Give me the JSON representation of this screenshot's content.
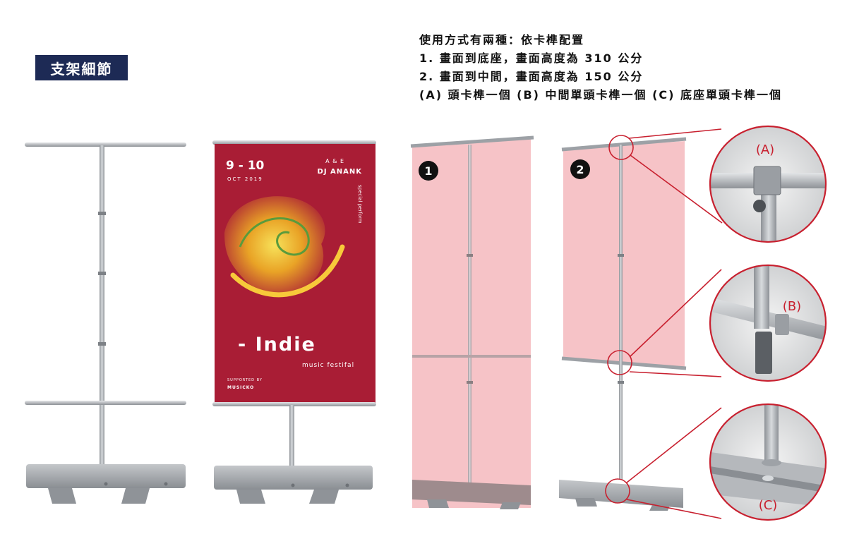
{
  "section_tag": "支架細節",
  "usage": {
    "heading": "使用方式有兩種：依卡榫配置",
    "line1": "1. 畫面到底座，畫面高度為 310 公分",
    "line2": "2. 畫面到中間，畫面高度為 150 公分",
    "line3": "(A) 頭卡榫一個 (B) 中間單頭卡榫一個 (C) 底座單頭卡榫一個"
  },
  "poster": {
    "date": "9 - 10",
    "month": "OCT 2019",
    "ae": "A & E",
    "dj": "DJ ANANK",
    "side": "special perform",
    "title": "- Indie",
    "subtitle": "music festifal",
    "supported": "SUPPORTED BY",
    "sponsor": "MUSICKO",
    "bg_color": "#a91d35"
  },
  "badges": {
    "one": "1",
    "two": "2"
  },
  "callouts": {
    "a": "(A)",
    "b": "(B)",
    "c": "(C)"
  },
  "colors": {
    "tag_bg": "#1d2a55",
    "callout_red": "#c8202f",
    "banner_pink": "#f5b8bd",
    "metal": "#a9adb2"
  }
}
